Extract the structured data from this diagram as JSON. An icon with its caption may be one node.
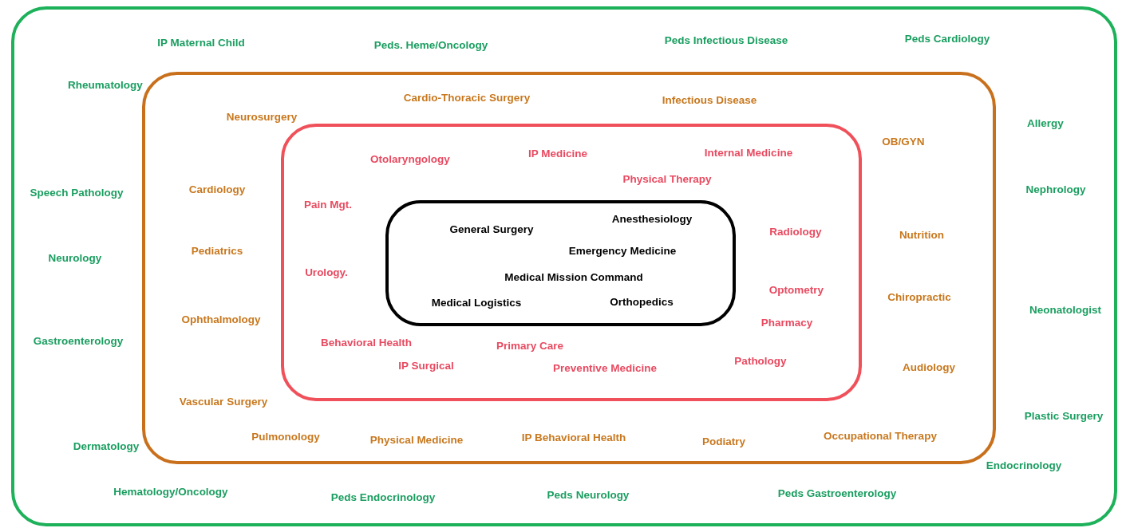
{
  "diagram": {
    "nodes": [
      {
        "text": [
          "IP Maternal Child",
          "Peds. Heme/Oncology",
          "Peds Infectious Disease",
          "Peds Cardiology",
          "Rheumatology",
          "Allergy",
          "Speech Pathology",
          "Nephrology",
          "Neurology",
          "Neonatologist",
          "Gastroenterology",
          "Plastic Surgery",
          "Dermatology",
          "Endocrinology",
          "Hematology/Oncology",
          "Peds Endocrinology",
          "Peds Neurology",
          "Peds Gastroenterology"
        ]
      },
      {
        "text": [
          "Cardio-Thoracic Surgery",
          "Infectious Disease",
          "Neurosurgery",
          "OB/GYN",
          "Cardiology",
          "Nutrition",
          "Pediatrics",
          "Chiropractic",
          "Ophthalmology",
          "Audiology",
          "Vascular Surgery",
          "Pulmonology",
          "Physical Medicine",
          "IP Behavioral Health",
          "Podiatry",
          "Occupational Therapy"
        ],
        "in": 0
      },
      {
        "text": [
          "Otolaryngology",
          "IP Medicine",
          "Internal Medicine",
          "Physical Therapy",
          "Pain Mgt.",
          "Radiology",
          "Urology.",
          "Optometry",
          "Pharmacy",
          "Behavioral Health",
          "Primary Care",
          "IP Surgical",
          "Preventive Medicine",
          "Pathology"
        ],
        "in": 1
      },
      {
        "text": [
          "General Surgery",
          "Anesthesiology",
          "Emergency Medicine",
          "Medical Mission Command",
          "Medical Logistics",
          "Orthopedics"
        ],
        "in": 2
      }
    ],
    "edges": []
  }
}
